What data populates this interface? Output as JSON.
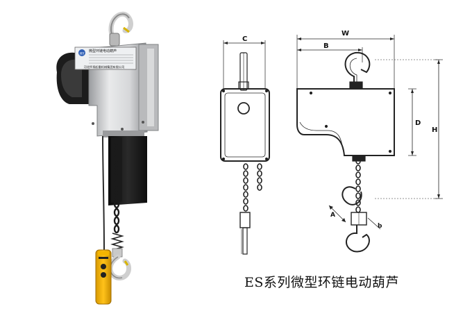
{
  "caption": "ES系列微型环链电动葫芦",
  "photo": {
    "label_title": "微型环链电动葫芦",
    "label_company": "河北怀扬起重机械集团有限公司",
    "brand_mark": "HY"
  },
  "dimensions": {
    "C": "C",
    "W": "W",
    "B": "B",
    "D": "D",
    "H": "H",
    "A": "A",
    "b": "b"
  }
}
